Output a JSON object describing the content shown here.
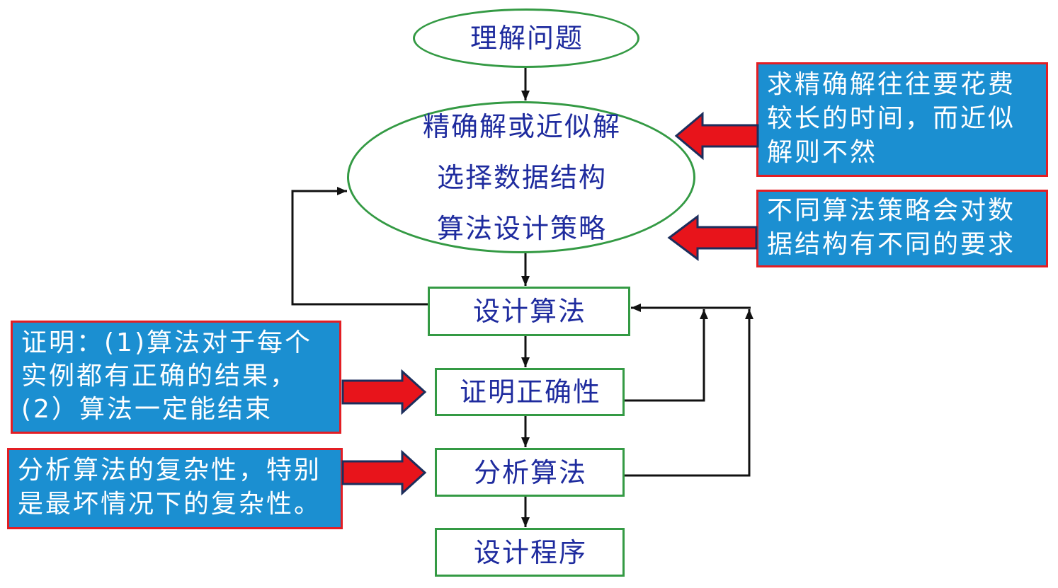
{
  "flowchart": {
    "start": "理解问题",
    "decision_lines": [
      "精确解或近似解",
      "选择数据结构",
      "算法设计策略"
    ],
    "steps": {
      "design": "设计算法",
      "prove": "证明正确性",
      "analyze": "分析算法",
      "program": "设计程序"
    }
  },
  "notes": {
    "exact_vs_approx": [
      "求精确解往往要花费",
      "较长的时间，而近似",
      "解则不然"
    ],
    "strategy_vs_structure": [
      "不同算法策略会对数",
      "据结构有不同的要求"
    ],
    "correctness": [
      "证明：(1)算法对于每个",
      "实例都有正确的结果，",
      "(2）算法一定能结束"
    ],
    "complexity": [
      "分析算法的复杂性，特别",
      "是最坏情况下的复杂性。"
    ]
  },
  "colors": {
    "node_text": "#1e2b9e",
    "node_border": "#349a44",
    "note_fill": "#1b8fd1",
    "note_border": "#e31e24",
    "note_text": "#ffffff",
    "pointer_fill": "#e8141b",
    "pointer_outline": "#1c2e5c",
    "connector": "#111111"
  }
}
